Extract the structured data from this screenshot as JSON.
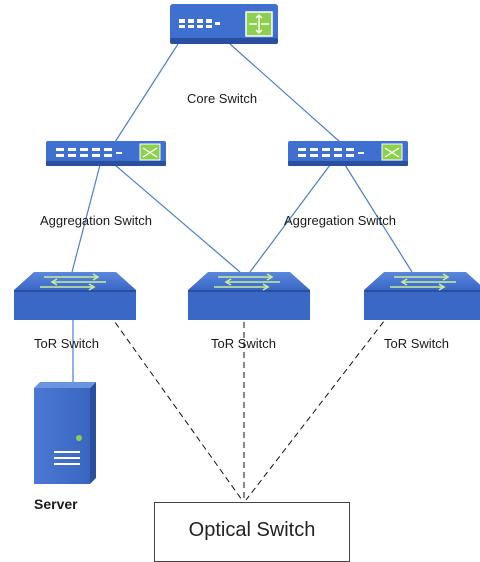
{
  "diagram": {
    "core": {
      "label": "Core Switch"
    },
    "aggregation": [
      {
        "label": "Aggregation Switch"
      },
      {
        "label": "Aggregation Switch"
      }
    ],
    "tor": [
      {
        "label": "ToR Switch"
      },
      {
        "label": "ToR Switch"
      },
      {
        "label": "ToR Switch"
      }
    ],
    "server": {
      "label": "Server"
    },
    "optical": {
      "label": "Optical Switch"
    }
  },
  "colors": {
    "device_blue": "#3f6fcf",
    "device_dark": "#2a4f9e",
    "link_blue": "#4a7fc9",
    "icon_green": "#8dcf4f",
    "dashed": "#111111"
  }
}
